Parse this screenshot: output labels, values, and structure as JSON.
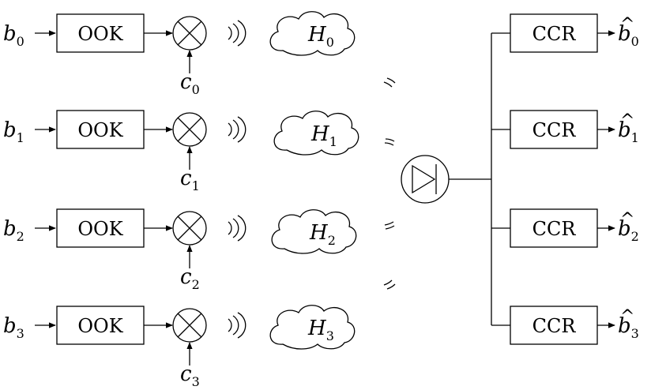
{
  "transmitters": [
    {
      "input": "b",
      "input_sub": "0",
      "modulator": "OOK",
      "code": "c",
      "code_sub": "0"
    },
    {
      "input": "b",
      "input_sub": "1",
      "modulator": "OOK",
      "code": "c",
      "code_sub": "1"
    },
    {
      "input": "b",
      "input_sub": "2",
      "modulator": "OOK",
      "code": "c",
      "code_sub": "2"
    },
    {
      "input": "b",
      "input_sub": "3",
      "modulator": "OOK",
      "code": "c",
      "code_sub": "3"
    }
  ],
  "channels": [
    {
      "name": "H",
      "sub": "0"
    },
    {
      "name": "H",
      "sub": "1"
    },
    {
      "name": "H",
      "sub": "2"
    },
    {
      "name": "H",
      "sub": "3"
    }
  ],
  "receivers": [
    {
      "block": "CCR",
      "output": "b",
      "output_sub": "0",
      "hat": "^"
    },
    {
      "block": "CCR",
      "output": "b",
      "output_sub": "1",
      "hat": "^"
    },
    {
      "block": "CCR",
      "output": "b",
      "output_sub": "2",
      "hat": "^"
    },
    {
      "block": "CCR",
      "output": "b",
      "output_sub": "3",
      "hat": "^"
    }
  ]
}
